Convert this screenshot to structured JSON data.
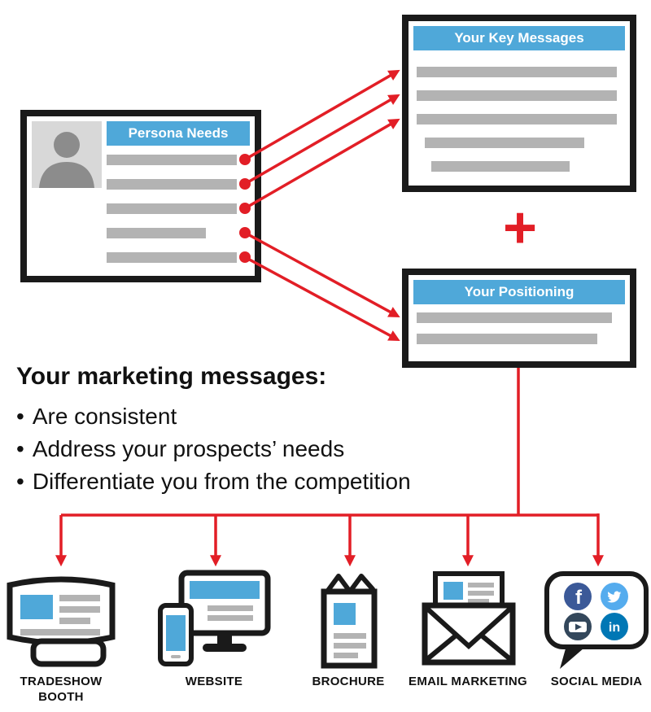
{
  "colors": {
    "blue": "#4FA8D9",
    "red": "#E21E26",
    "gray_bar": "#B3B3B3",
    "outline": "#1A1A1A",
    "avatar_bg": "#D8D8D8",
    "avatar_fg": "#8C8C8C"
  },
  "boxes": {
    "persona": {
      "title": "Persona Needs"
    },
    "key_messages": {
      "title": "Your Key Messages"
    },
    "positioning": {
      "title": "Your Positioning"
    }
  },
  "plus_sign": "+",
  "marketing": {
    "heading": "Your marketing messages:",
    "bullet_char": "•",
    "bullets": [
      "Are consistent",
      "Address your prospects’ needs",
      "Differentiate you from the competition"
    ]
  },
  "channels": [
    {
      "id": "tradeshow-booth",
      "label": "TRADESHOW BOOTH"
    },
    {
      "id": "website",
      "label": "WEBSITE"
    },
    {
      "id": "brochure",
      "label": "BROCHURE"
    },
    {
      "id": "email-marketing",
      "label": "EMAIL MARKETING"
    },
    {
      "id": "social-media",
      "label": "SOCIAL MEDIA"
    }
  ],
  "social": {
    "facebook": {
      "name": "facebook-icon",
      "color": "#3B5998",
      "glyph": "f"
    },
    "twitter": {
      "name": "twitter-icon",
      "color": "#55ACEE"
    },
    "youtube": {
      "name": "youtube-icon",
      "color": "#33475B"
    },
    "linkedin": {
      "name": "linkedin-icon",
      "color": "#0077B5",
      "glyph": "in"
    }
  }
}
